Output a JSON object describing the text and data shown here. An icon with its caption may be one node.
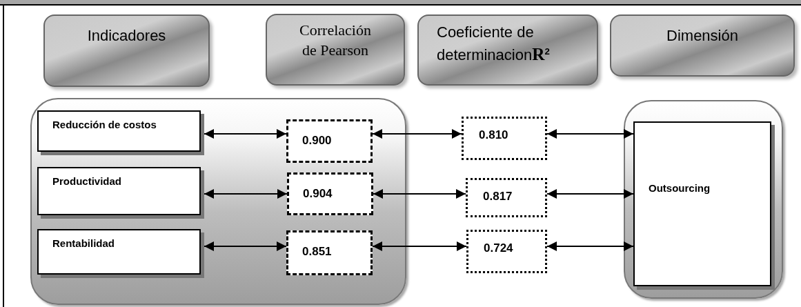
{
  "diagram": {
    "nodes": [
      {
        "text": [
          "Indicadores"
        ]
      },
      {
        "text": [
          "Correlación de Pearson"
        ]
      },
      {
        "text": [
          "Coeficiente de determinacion**R**$^{2}$"
        ]
      },
      {
        "text": [
          "Dimensión"
        ]
      },
      {
        "text": [],
        "shape": "box"
      },
      {
        "text": [
          "Reducción de costos"
        ],
        "in": 4
      },
      {
        "text": [
          "Productividad"
        ],
        "in": 4
      },
      {
        "text": [
          "Rentabilidad"
        ],
        "in": 4
      },
      {
        "text": [
          "0.900"
        ],
        "in": 4
      },
      {
        "text": [
          "0.904"
        ],
        "in": 4
      },
      {
        "text": [
          "0.851"
        ],
        "in": 4
      },
      {
        "text": [
          "0.810"
        ]
      },
      {
        "text": [
          "0.817"
        ]
      },
      {
        "text": [
          "0.724"
        ]
      },
      {
        "text": [],
        "shape": "box"
      },
      {
        "text": [
          "Outsourcing"
        ],
        "in": 14
      }
    ],
    "edges": [
      {
        "from": 5,
        "to": 8,
        "arrow": "both"
      },
      {
        "from": 8,
        "to": 11,
        "arrow": "both"
      },
      {
        "from": 11,
        "to": 15,
        "arrow": "both"
      },
      {
        "from": 6,
        "to": 9,
        "arrow": "both"
      },
      {
        "from": 9,
        "to": 12,
        "arrow": "both"
      },
      {
        "from": 12,
        "to": 15,
        "arrow": "both"
      },
      {
        "from": 7,
        "to": 10,
        "arrow": "both"
      },
      {
        "from": 10,
        "to": 13,
        "arrow": "both"
      },
      {
        "from": 13,
        "to": 15,
        "arrow": "both"
      }
    ]
  }
}
